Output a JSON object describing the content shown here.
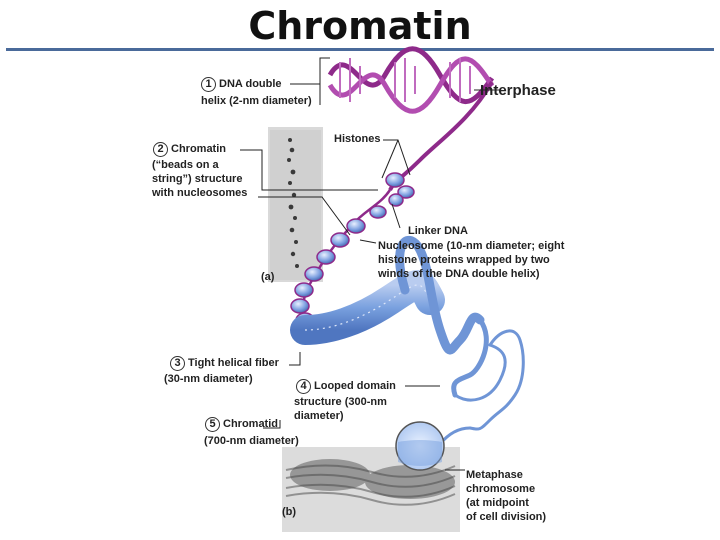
{
  "title": "Chromatin",
  "labels": {
    "dna_double_helix": "DNA double",
    "dna_double_helix_2": "helix (2-nm diameter)",
    "interphase": "Interphase",
    "histones": "Histones",
    "chromatin": "Chromatin",
    "beads_1": "(“beads on a",
    "beads_2": "string”) structure",
    "beads_3": "with nucleosomes",
    "linker_dna": "Linker DNA",
    "nucleosome_1": "Nucleosome (10-nm diameter; eight",
    "nucleosome_2": "histone proteins wrapped by two",
    "nucleosome_3": "winds of the DNA double helix)",
    "panel_a": "(a)",
    "tight_helical_1": "Tight helical fiber",
    "tight_helical_2": "(30-nm diameter)",
    "looped_1": "Looped domain",
    "looped_2": "structure (300-nm",
    "looped_3": "diameter)",
    "chromatid_1": "Chromatid",
    "chromatid_2": "(700-nm diameter)",
    "metaphase_1": "Metaphase",
    "metaphase_2": "chromosome",
    "metaphase_3": "(at midpoint",
    "metaphase_4": "of cell division)",
    "panel_b": "(b)"
  },
  "step_numbers": [
    "1",
    "2",
    "3",
    "4",
    "5"
  ],
  "colors": {
    "dna": "#8e2a8a",
    "histone": "#6f95d6",
    "fiber": "#7aa1df",
    "title_rule": "#4a6a9a"
  }
}
